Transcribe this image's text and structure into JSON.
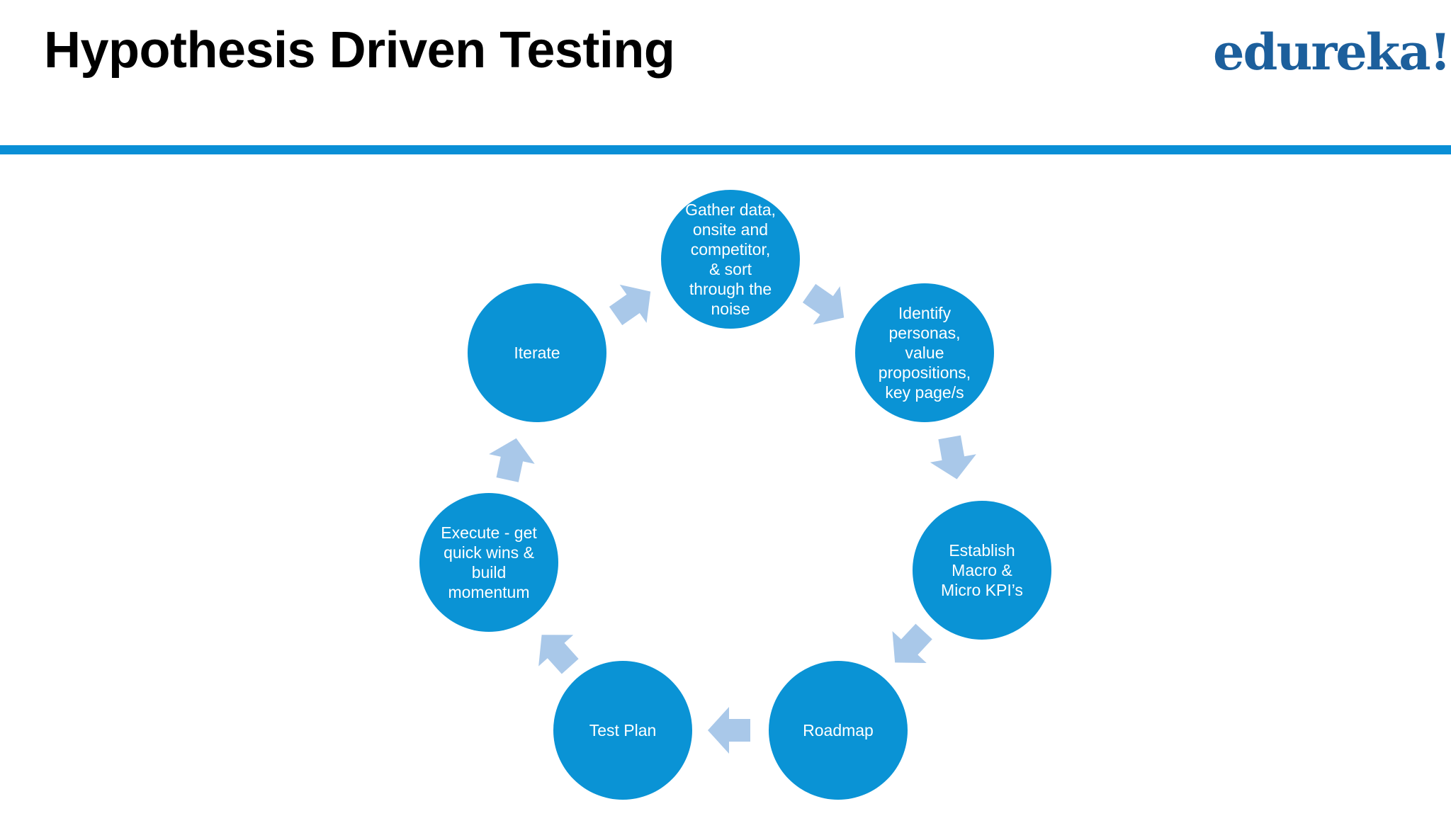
{
  "header": {
    "title": "Hypothesis Driven Testing",
    "logo_text": "edureka!"
  },
  "colors": {
    "accent_line": "#0a8fd6",
    "node_fill": "#0a93d5",
    "arrow_fill": "#a9c8e9",
    "logo": "#1c5f9c"
  },
  "cycle": {
    "nodes": [
      {
        "id": "gather-data",
        "lines": [
          "Gather data,",
          "onsite and",
          "competitor,",
          "& sort",
          "through the",
          "noise"
        ]
      },
      {
        "id": "identify-personas",
        "lines": [
          "Identify",
          "personas,",
          "value",
          "propositions,",
          "key page/s"
        ]
      },
      {
        "id": "establish-kpis",
        "lines": [
          "Establish",
          "Macro &",
          "Micro KPI’s"
        ]
      },
      {
        "id": "roadmap",
        "lines": [
          "Roadmap"
        ]
      },
      {
        "id": "test-plan",
        "lines": [
          "Test Plan"
        ]
      },
      {
        "id": "execute",
        "lines": [
          "Execute - get",
          "quick wins &",
          "build",
          "momentum"
        ]
      },
      {
        "id": "iterate",
        "lines": [
          "Iterate"
        ]
      }
    ]
  }
}
